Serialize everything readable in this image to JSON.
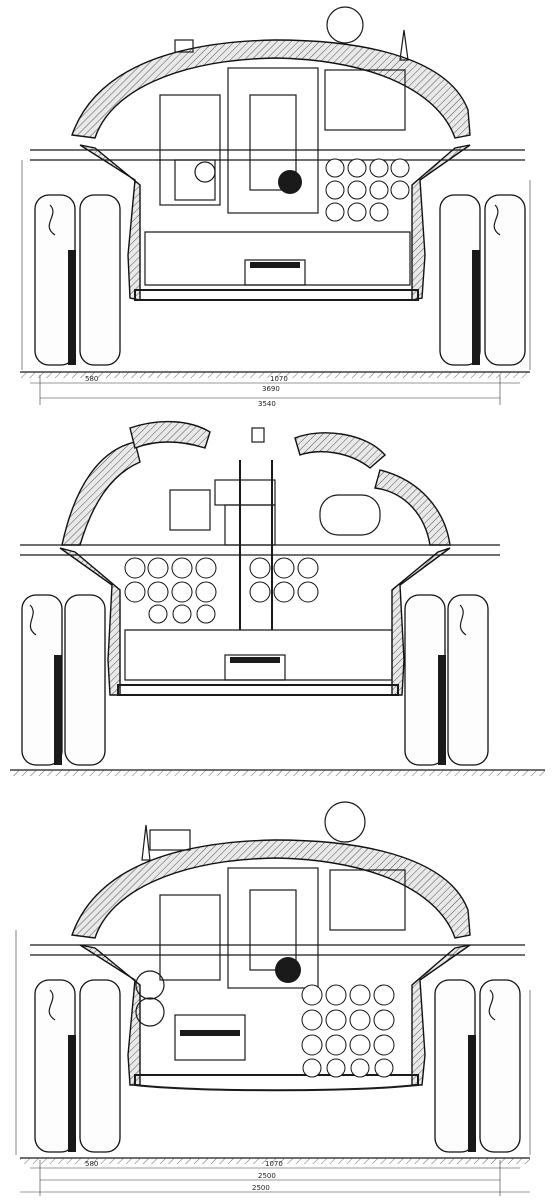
{
  "drawing": {
    "views": [
      {
        "id": "view-1",
        "dimensions_bottom": [
          "3690",
          "3540"
        ],
        "dimensions_partial": [
          "580",
          "1070"
        ]
      },
      {
        "id": "view-2",
        "dimensions_bottom": [],
        "dimensions_partial": []
      },
      {
        "id": "view-3",
        "dimensions_bottom": [
          "2500",
          "2500"
        ],
        "dimensions_partial": [
          "580",
          "1070"
        ]
      }
    ]
  }
}
